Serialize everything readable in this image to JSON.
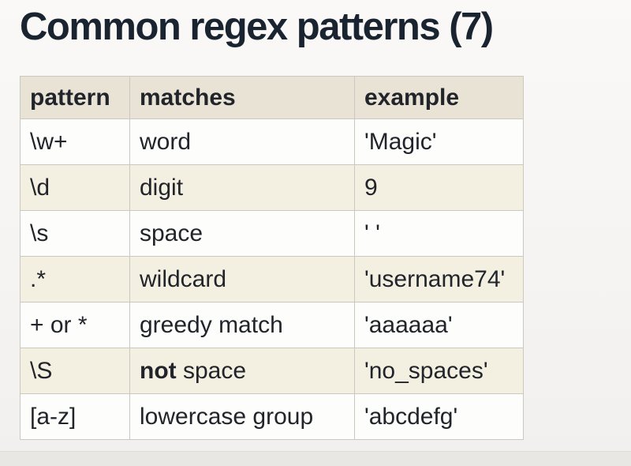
{
  "title": "Common regex patterns (7)",
  "table": {
    "headers": {
      "pattern": "pattern",
      "matches": "matches",
      "example": "example"
    },
    "rows": [
      {
        "pattern": "\\w+",
        "matches_bold": "",
        "matches": "word",
        "example": "'Magic'"
      },
      {
        "pattern": "\\d",
        "matches_bold": "",
        "matches": "digit",
        "example": "9"
      },
      {
        "pattern": "\\s",
        "matches_bold": "",
        "matches": "space",
        "example": "' '"
      },
      {
        "pattern": ".*",
        "matches_bold": "",
        "matches": "wildcard",
        "example": "'username74'"
      },
      {
        "pattern": "+ or *",
        "matches_bold": "",
        "matches": "greedy match",
        "example": "'aaaaaa'"
      },
      {
        "pattern": "\\S",
        "matches_bold": "not",
        "matches": " space",
        "example": "'no_spaces'"
      },
      {
        "pattern": "[a-z]",
        "matches_bold": "",
        "matches": "lowercase group",
        "example": "'abcdefg'"
      }
    ]
  },
  "colors": {
    "title_color": "#1a2430",
    "header_bg": "#e9e3d5",
    "row_alt_bg": "#f4f0e1",
    "row_bg": "#fdfdfb",
    "border": "#cbc8c2",
    "text": "#21242a",
    "footer_strip": "#e9e7e4"
  }
}
